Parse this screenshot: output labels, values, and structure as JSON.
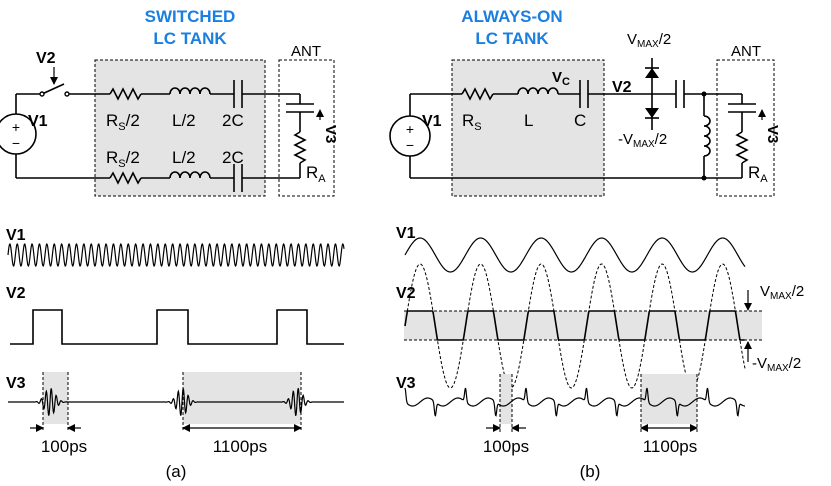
{
  "panel_a": {
    "title_line1": "SWITCHED",
    "title_line2": "LC TANK",
    "ant_label": "ANT",
    "v1": "V1",
    "v2": "V2",
    "v3": "V3",
    "rs_half_a": "R",
    "rs_half_b": "S",
    "rs_half_c": "/2",
    "l_half": "L/2",
    "two_c": "2C",
    "ra_a": "R",
    "ra_b": "A",
    "wave_v1": "V1",
    "wave_v2": "V2",
    "wave_v3": "V3",
    "t_100": "100ps",
    "t_1100": "1100ps",
    "caption": "(a)"
  },
  "panel_b": {
    "title_line1": "ALWAYS-ON",
    "title_line2": "LC TANK",
    "ant_label": "ANT",
    "v1": "V1",
    "v2": "V2",
    "v3": "V3",
    "rs_a": "R",
    "rs_b": "S",
    "l": "L",
    "c": "C",
    "vc_a": "V",
    "vc_b": "C",
    "vmax_pos_a": "V",
    "vmax_pos_b": "MAX",
    "vmax_pos_c": "/2",
    "vmax_neg_a": "-V",
    "vmax_neg_b": "MAX",
    "vmax_neg_c": "/2",
    "ra_a": "R",
    "ra_b": "A",
    "wave_v1": "V1",
    "wave_v2": "V2",
    "wave_v3": "V3",
    "wave_vmax_pos_a": "V",
    "wave_vmax_pos_b": "MAX",
    "wave_vmax_pos_c": "/2",
    "wave_vmax_neg_a": "-V",
    "wave_vmax_neg_b": "MAX",
    "wave_vmax_neg_c": "/2",
    "t_100": "100ps",
    "t_1100": "1100ps",
    "caption": "(b)"
  },
  "colors": {
    "title": "#1a7fe0",
    "shade": "#e4e4e4",
    "line": "#000000"
  }
}
